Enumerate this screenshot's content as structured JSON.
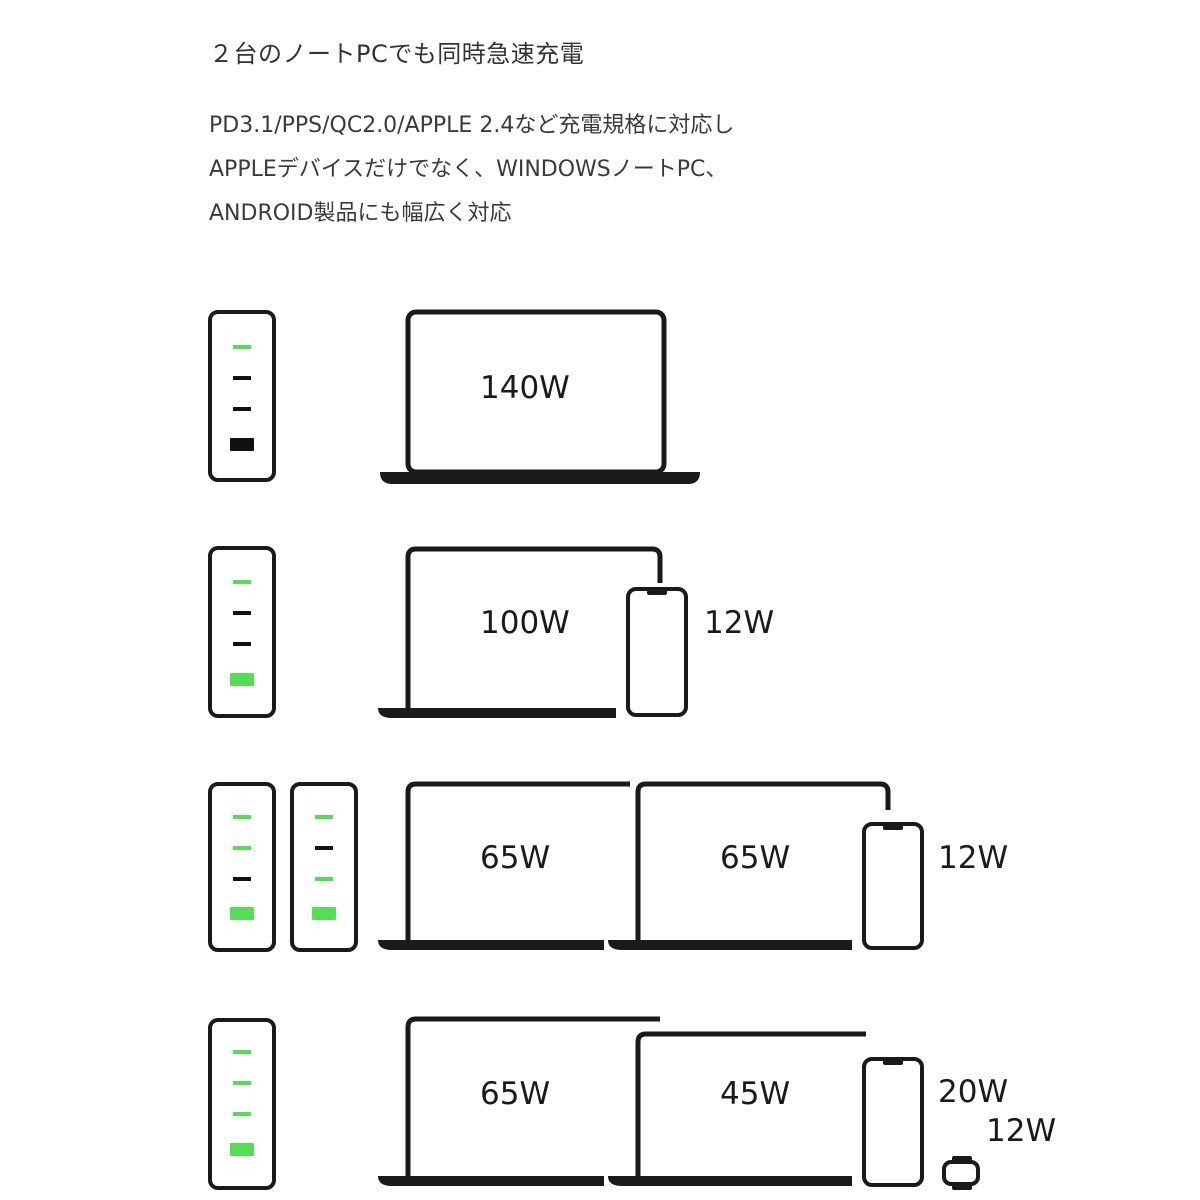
{
  "header": {
    "headline": "２台のノートPCでも同時急速充電",
    "description": [
      "PD3.1/PPS/QC2.0/APPLE 2.4など充電規格に対応し",
      "APPLEデバイスだけでなく、WINDOWSノートPC、",
      "ANDROID製品にも幅広く対応"
    ]
  },
  "colors": {
    "port_active": "#55dd55",
    "port_inactive": "#111111",
    "outline": "#1a1a1a"
  },
  "scenarios": [
    {
      "chargers": [
        {
          "ports": [
            "active",
            "inactive",
            "inactive",
            "inactive"
          ]
        }
      ],
      "devices": [
        {
          "type": "laptop",
          "label": "140W"
        }
      ]
    },
    {
      "chargers": [
        {
          "ports": [
            "active",
            "inactive",
            "inactive",
            "active"
          ]
        }
      ],
      "devices": [
        {
          "type": "laptop",
          "label": "100W"
        },
        {
          "type": "phone",
          "label": "12W"
        }
      ]
    },
    {
      "chargers": [
        {
          "ports": [
            "active",
            "active",
            "inactive",
            "active"
          ]
        },
        {
          "ports": [
            "active",
            "inactive",
            "active",
            "active"
          ]
        }
      ],
      "devices": [
        {
          "type": "laptop",
          "label": "65W"
        },
        {
          "type": "laptop",
          "label": "65W"
        },
        {
          "type": "phone",
          "label": "12W"
        }
      ]
    },
    {
      "chargers": [
        {
          "ports": [
            "active",
            "active",
            "active",
            "active"
          ]
        }
      ],
      "devices": [
        {
          "type": "laptop",
          "label": "65W"
        },
        {
          "type": "laptop",
          "label": "45W"
        },
        {
          "type": "phone",
          "label": "20W"
        },
        {
          "type": "watch",
          "label": "12W"
        }
      ]
    }
  ]
}
